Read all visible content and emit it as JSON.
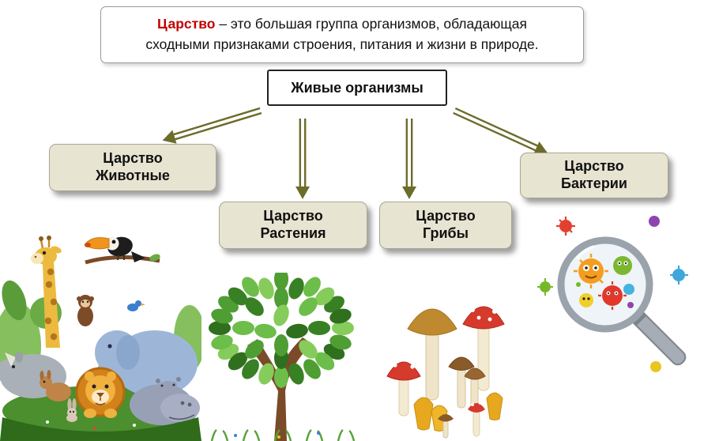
{
  "definition": {
    "term": "Царство",
    "text_after_term": "– это большая группа организмов, обладающая",
    "text_line2": "сходными признаками строения, питания и жизни в природе."
  },
  "root": {
    "label": "Живые организмы"
  },
  "kingdoms": [
    {
      "id": "animals",
      "line1": "Царство",
      "line2": "Животные"
    },
    {
      "id": "plants",
      "line1": "Царство",
      "line2": "Растения"
    },
    {
      "id": "fungi",
      "line1": "Царство",
      "line2": "Грибы"
    },
    {
      "id": "bacteria",
      "line1": "Царство",
      "line2": "Бактерии"
    }
  ],
  "illustrations": [
    "animals-illustration",
    "tree-illustration",
    "mushrooms-illustration",
    "bacteria-illustration"
  ],
  "colors": {
    "accent_red": "#c00000",
    "box_beige": "#e7e4d1",
    "arrow_olive": "#6c6c2b"
  }
}
